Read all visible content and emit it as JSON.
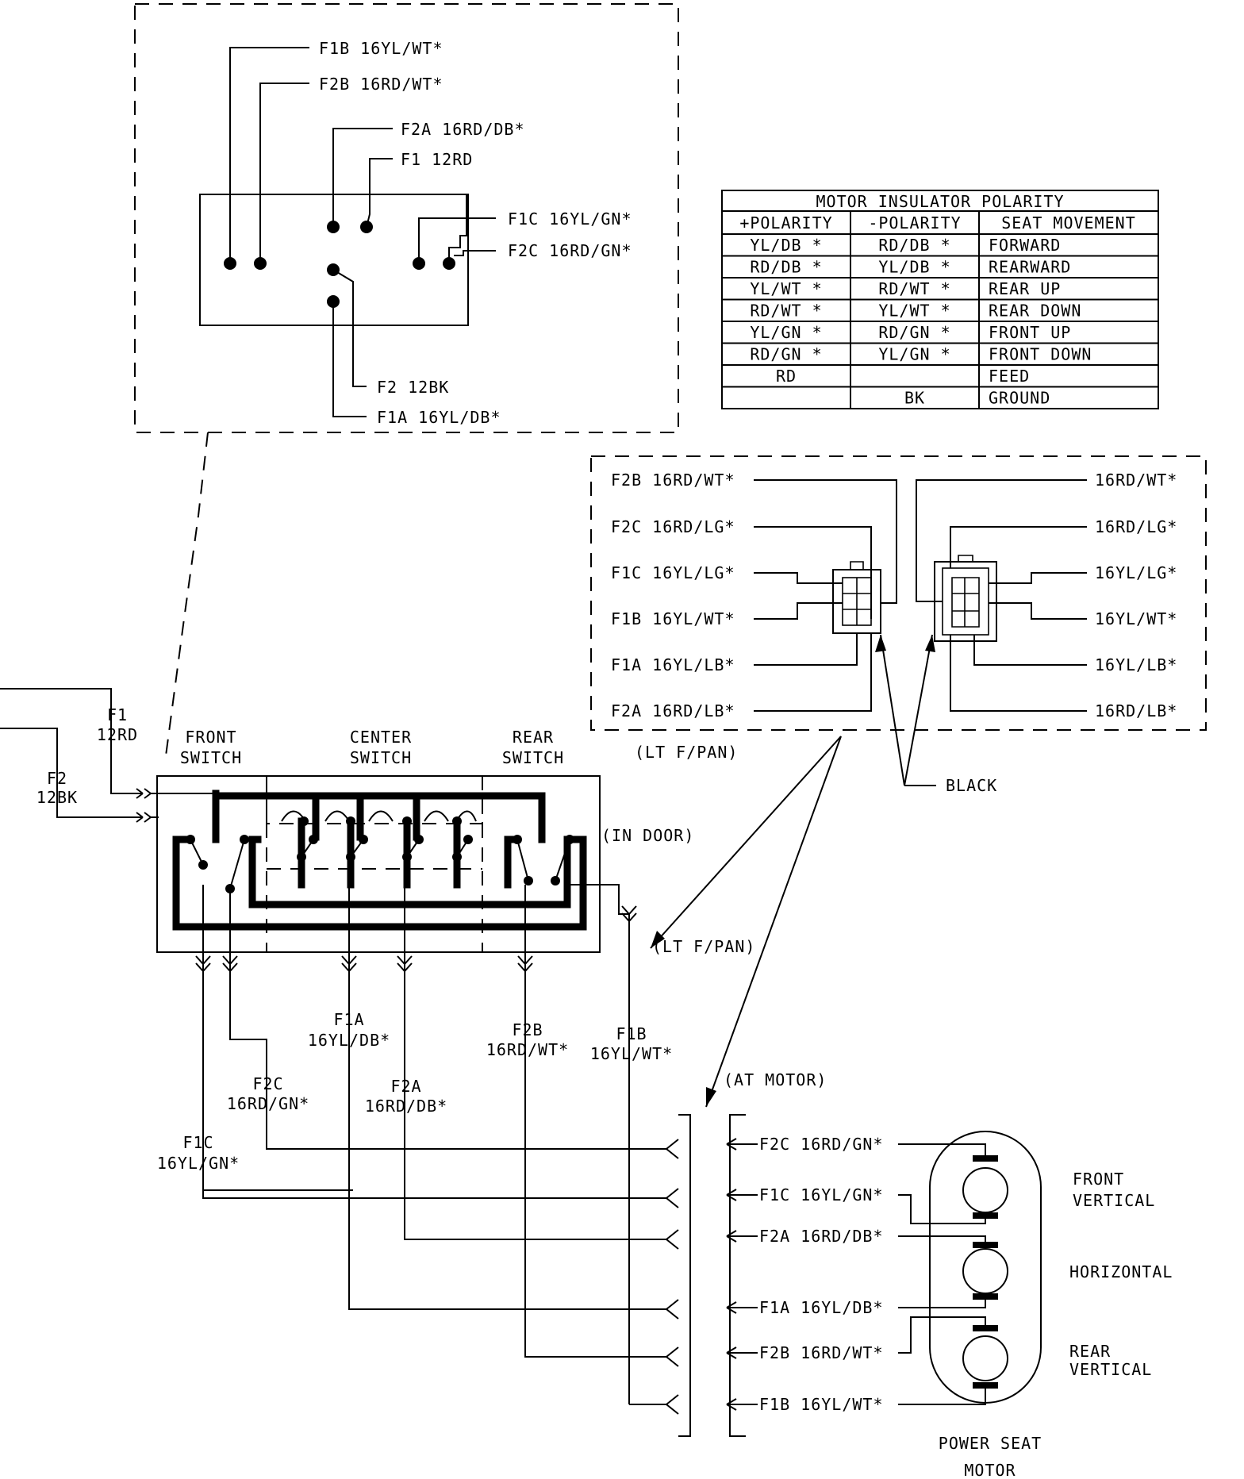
{
  "detail_connector": {
    "wires": [
      "F1B 16YL/WT*",
      "F2B 16RD/WT*",
      "F2A 16RD/DB*",
      "F1 12RD",
      "F1C 16YL/GN*",
      "F2C 16RD/GN*",
      "F2 12BK",
      "F1A 16YL/DB*"
    ]
  },
  "polarity_table": {
    "title": "MOTOR INSULATOR POLARITY",
    "headers": [
      "+POLARITY",
      "-POLARITY",
      "SEAT MOVEMENT"
    ],
    "rows": [
      [
        "YL/DB *",
        "RD/DB *",
        "FORWARD"
      ],
      [
        "RD/DB *",
        "YL/DB *",
        "REARWARD"
      ],
      [
        "YL/WT *",
        "RD/WT *",
        "REAR UP"
      ],
      [
        "RD/WT *",
        "YL/WT *",
        "REAR DOWN"
      ],
      [
        "YL/GN *",
        "RD/GN *",
        "FRONT UP"
      ],
      [
        "RD/GN *",
        "YL/GN *",
        "FRONT DOWN"
      ],
      [
        "RD",
        "",
        "FEED"
      ],
      [
        "",
        "BK",
        "GROUND"
      ]
    ]
  },
  "lt_fpan_connector": {
    "left_wires": [
      "F2B 16RD/WT*",
      "F2C 16RD/LG*",
      "F1C 16YL/LG*",
      "F1B 16YL/WT*",
      "F1A 16YL/LB*",
      "F2A 16RD/LB*"
    ],
    "right_wires": [
      "16RD/WT*",
      "16RD/LG*",
      "16YL/LG*",
      "16YL/WT*",
      "16YL/LB*",
      "16RD/LB*"
    ],
    "location": "(LT F/PAN)",
    "color_label": "BLACK"
  },
  "switch": {
    "feed_label": [
      "F1",
      "12RD"
    ],
    "ground_label": [
      "F2",
      "12BK"
    ],
    "front": [
      "FRONT",
      "SWITCH"
    ],
    "center": [
      "CENTER",
      "SWITCH"
    ],
    "rear": [
      "REAR",
      "SWITCH"
    ],
    "location": "(IN DOOR)",
    "pan_label": "(LT F/PAN)"
  },
  "switch_outputs": {
    "f1a": [
      "F1A",
      "16YL/DB*"
    ],
    "f2b": [
      "F2B",
      "16RD/WT*"
    ],
    "f1b": [
      "F1B",
      "16YL/WT*"
    ],
    "f2c": [
      "F2C",
      "16RD/GN*"
    ],
    "f2a": [
      "F2A",
      "16RD/DB*"
    ],
    "f1c": [
      "F1C",
      "16YL/GN*"
    ]
  },
  "motor": {
    "location": "(AT MOTOR)",
    "wires": [
      "F2C 16RD/GN*",
      "F1C 16YL/GN*",
      "F2A 16RD/DB*",
      "F1A 16YL/DB*",
      "F2B 16RD/WT*",
      "F1B 16YL/WT*"
    ],
    "labels": {
      "front": [
        "FRONT",
        "VERTICAL"
      ],
      "horizontal": "HORIZONTAL",
      "rear": [
        "REAR",
        "VERTICAL"
      ],
      "name": [
        "POWER SEAT",
        "MOTOR"
      ]
    }
  }
}
